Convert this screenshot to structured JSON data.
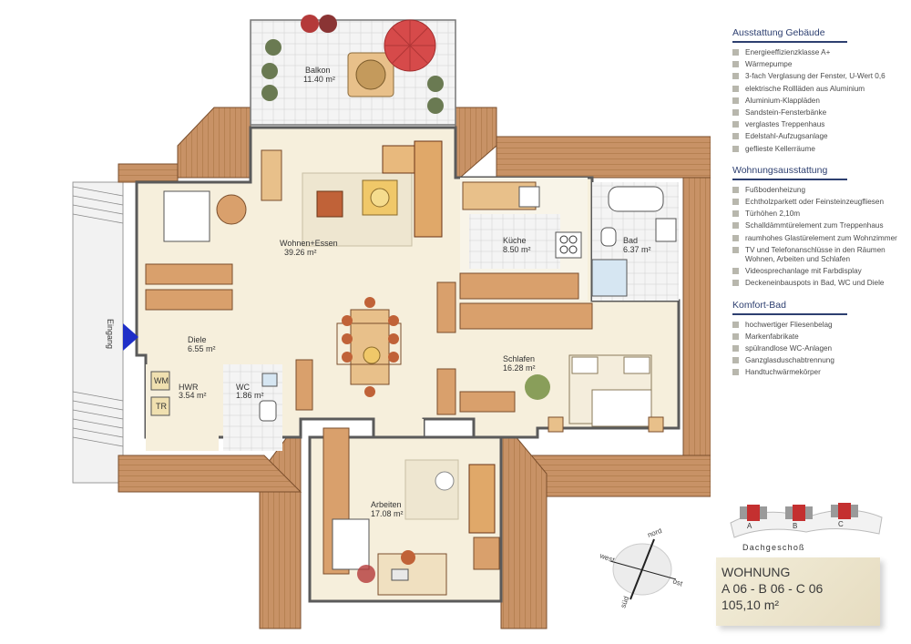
{
  "rooms": {
    "balkon": {
      "name": "Balkon",
      "area": "11.40 m²"
    },
    "wohnen": {
      "name": "Wohnen+Essen",
      "area": "39.26 m²"
    },
    "kueche": {
      "name": "Küche",
      "area": "8.50 m²"
    },
    "bad": {
      "name": "Bad",
      "area": "6.37 m²"
    },
    "diele": {
      "name": "Diele",
      "area": "6.55 m²"
    },
    "hwr": {
      "name": "HWR",
      "area": "3.54 m²"
    },
    "wc": {
      "name": "WC",
      "area": "1.86 m²"
    },
    "schlafen": {
      "name": "Schlafen",
      "area": "16.28 m²"
    },
    "arbeiten": {
      "name": "Arbeiten",
      "area": "17.08 m²"
    }
  },
  "plan_labels": {
    "entrance": "Eingang",
    "wm": "WM",
    "tr": "TR"
  },
  "compass": {
    "north": "nord",
    "south": "süd",
    "east": "ost",
    "west": "west"
  },
  "sections": {
    "gebaeude": {
      "title": "Ausstattung Gebäude",
      "items": [
        "Energieeffizienzklasse A+",
        "Wärmepumpe",
        "3-fach Verglasung der Fenster, U-Wert 0,6",
        "elektrische Rollläden aus Aluminium",
        "Aluminium-Klappläden",
        "Sandstein-Fensterbänke",
        "verglastes Treppenhaus",
        "Edelstahl-Aufzugsanlage",
        "geflieste Kellerräume"
      ]
    },
    "wohnung": {
      "title": "Wohnungsausstattung",
      "items": [
        "Fußbodenheizung",
        "Echtholzparkett oder Feinsteinzeugfliesen",
        "Türhöhen 2,10m",
        "Schalldämmtürelement zum Treppenhaus",
        "raumhohes Glastürelement zum Wohnzimmer",
        "TV und Telefonanschlüsse in den Räumen Wohnen, Arbeiten und Schlafen",
        "Videosprechanlage mit Farbdisplay",
        "Deckeneinbauspots in Bad, WC und Diele"
      ]
    },
    "bad": {
      "title": "Komfort-Bad",
      "items": [
        "hochwertiger Fliesenbelag",
        "Markenfabrikate",
        "spülrandlose WC-Anlagen",
        "Ganzglasduschabtrennung",
        "Handtuchwärmekörper"
      ]
    }
  },
  "building_keys": [
    "A",
    "B",
    "C"
  ],
  "floor_label": "Dachgeschoß",
  "unit": {
    "title": "WOHNUNG",
    "ids": "A 06 - B 06 - C 06",
    "area": "105,10 m²"
  },
  "colors": {
    "section_accent": "#2d3f70",
    "roof": "#c08a5a",
    "floor": "#f6efdc",
    "terrace": "#f3f3f3",
    "bullet": "#b8b7ad",
    "entrance_arrow": "#1f2fc8"
  }
}
